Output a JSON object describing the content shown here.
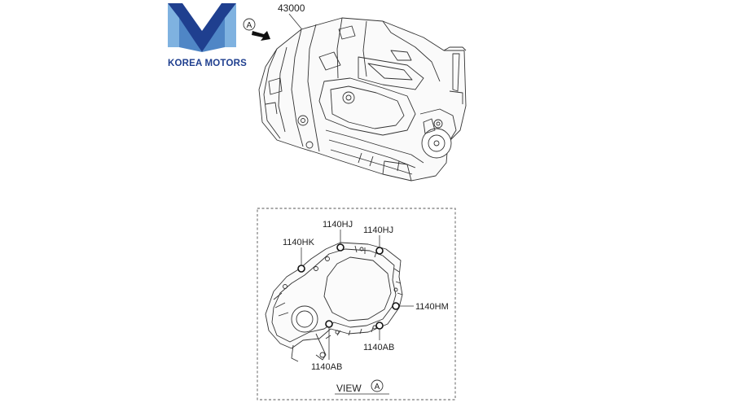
{
  "brand": {
    "name": "KOREA MOTORS",
    "primary_color": "#1f3f8f",
    "light_color": "#7fb2e0"
  },
  "diagram": {
    "part_number": "43000",
    "view_marker": "A",
    "view_caption": "VIEW",
    "callouts": {
      "hj_top": "1140HJ",
      "hj_right": "1140HJ",
      "hk": "1140HK",
      "hm": "1140HM",
      "ab_right": "1140AB",
      "ab_bottom": "1140AB"
    }
  }
}
